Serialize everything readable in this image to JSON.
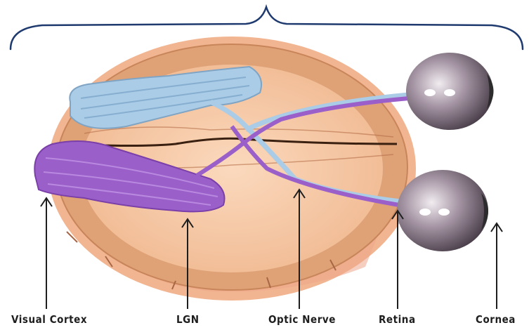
{
  "labels": {
    "visual_cortex": "Visual Cortex",
    "lgn": "LGN",
    "optic_nerve": "Optic Nerve",
    "retina": "Retina",
    "cornea": "Cornea"
  },
  "colors": {
    "brace": "#1f3a6e",
    "brain_outer": "#e0a47c",
    "brain_inner": "#f6c9a7",
    "right_pathway": "#a9cbe6",
    "left_pathway": "#9b5fc9",
    "eye": "#9a8a99",
    "arrow": "#1e1e1e"
  }
}
